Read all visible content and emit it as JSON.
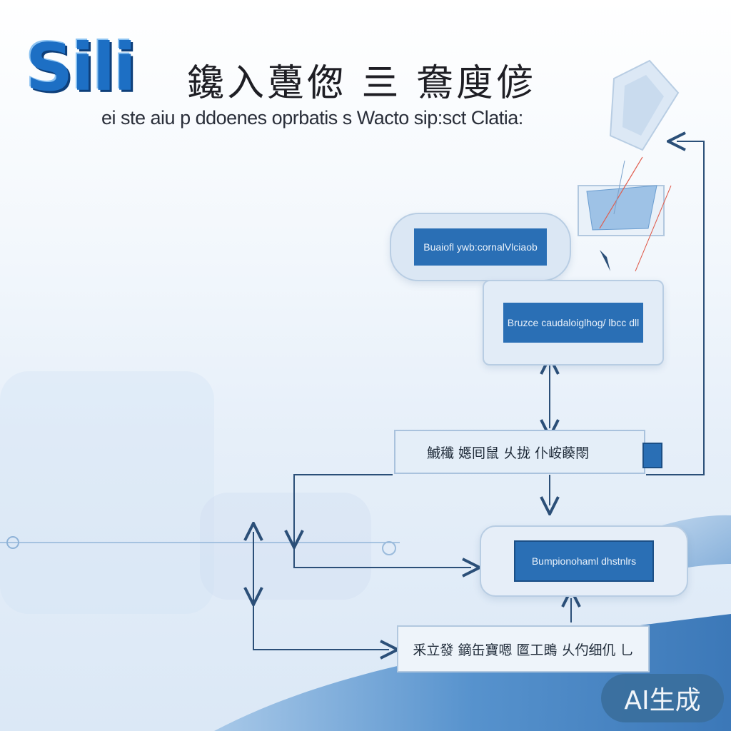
{
  "header": {
    "logo_text": "Sili",
    "title_cn": "鑱入躉偬 亖 鴦廋偐",
    "subtitle": "ei ste aiu p ddoenes oprbatis s Wacto sip:sct Clatia:"
  },
  "flow": {
    "box1": "Buaiofl ywb:cornalVlciaob",
    "box2": "Bruzce caudaloiglhog/ lbcc dll",
    "box3": "鯎䆎 嫕囘鼠 乆拢 仆峖藈閝",
    "box4": "Bumpionohaml dhstnlrs",
    "box5": "釆立發 鏑缶寶嗯 匫工鵖 乆仢细仉 乚"
  },
  "badge": {
    "label": "AI生成"
  },
  "colors": {
    "accent": "#1d6fc4",
    "box_fill": "#2a6fb5",
    "arrow": "#2b4f78",
    "badge": "#3a6f9e"
  }
}
